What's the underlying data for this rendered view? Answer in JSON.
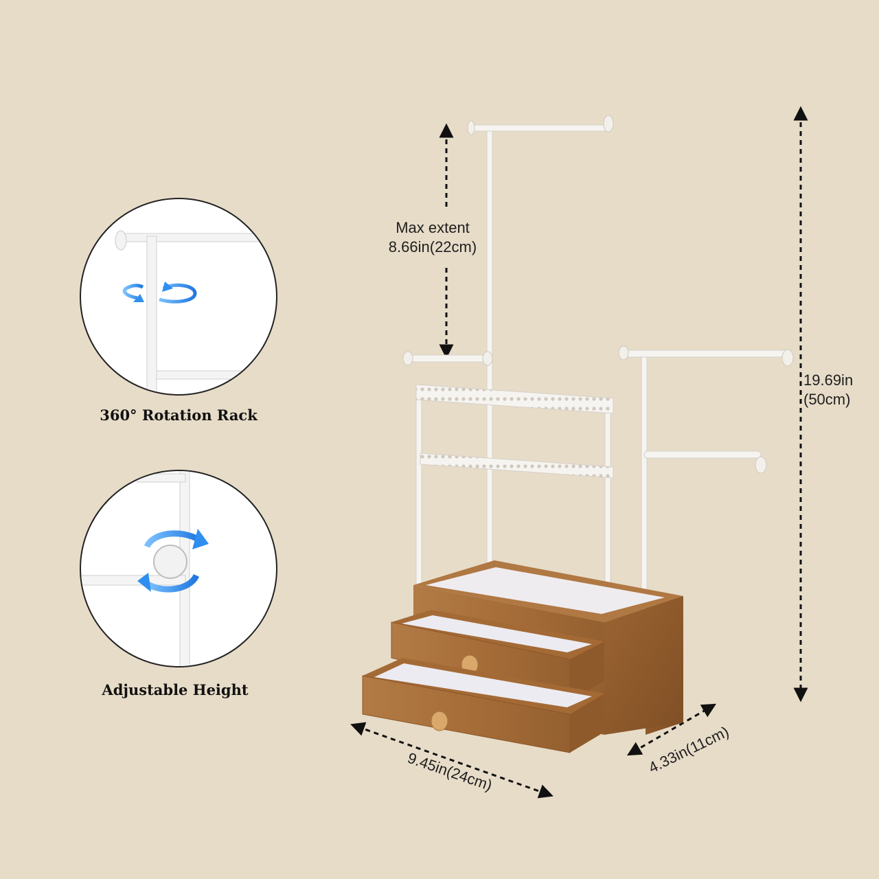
{
  "dimensions": {
    "max_extent_title": "Max extent",
    "max_extent_value": "8.66in(22cm)",
    "height_in": "19.69in",
    "height_cm": "(50cm)",
    "width": "9.45in(24cm)",
    "depth": "4.33in(11cm)"
  },
  "features": [
    {
      "caption": "360° Rotation Rack",
      "icon": "rotation-arrows-icon"
    },
    {
      "caption": "Adjustable Height",
      "icon": "adjust-arrows-icon"
    }
  ],
  "colors": {
    "background": "#e7dcc8",
    "wood": "#a86f3c",
    "wood_dark": "#8a5728",
    "white_metal": "#f6f4f1",
    "arrow_blue": "#2f8ff0"
  }
}
